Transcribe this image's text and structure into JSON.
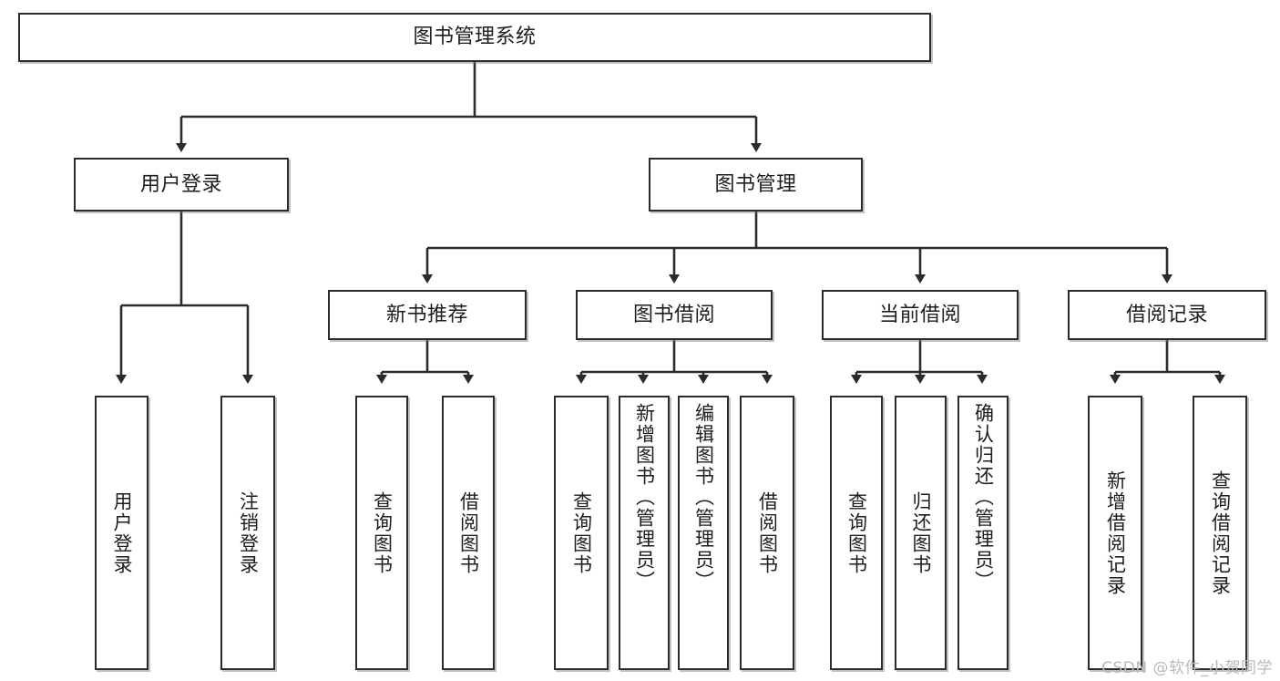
{
  "diagram": {
    "type": "tree-hierarchy-functional-decomposition",
    "title": "图书管理系统",
    "levels": [
      {
        "level": 1,
        "nodes": [
          {
            "id": "root",
            "label": "图书管理系统",
            "orientation": "horizontal"
          }
        ]
      },
      {
        "level": 2,
        "nodes": [
          {
            "id": "login",
            "label": "用户登录",
            "orientation": "horizontal",
            "parent": "root"
          },
          {
            "id": "bookmgmt",
            "label": "图书管理",
            "orientation": "horizontal",
            "parent": "root"
          }
        ]
      },
      {
        "level": 3,
        "nodes": [
          {
            "id": "newbook",
            "label": "新书推荐",
            "orientation": "horizontal",
            "parent": "bookmgmt"
          },
          {
            "id": "borrow",
            "label": "图书借阅",
            "orientation": "horizontal",
            "parent": "bookmgmt"
          },
          {
            "id": "current",
            "label": "当前借阅",
            "orientation": "horizontal",
            "parent": "bookmgmt"
          },
          {
            "id": "records",
            "label": "借阅记录",
            "orientation": "horizontal",
            "parent": "bookmgmt"
          }
        ]
      },
      {
        "level": 4,
        "nodes": [
          {
            "id": "leaf1",
            "label": "用户登录",
            "orientation": "vertical",
            "parent": "login"
          },
          {
            "id": "leaf2",
            "label": "注销登录",
            "orientation": "vertical",
            "parent": "login"
          },
          {
            "id": "leaf3",
            "label": "查询图书",
            "orientation": "vertical",
            "parent": "newbook"
          },
          {
            "id": "leaf4",
            "label": "借阅图书",
            "orientation": "vertical",
            "parent": "newbook"
          },
          {
            "id": "leaf5",
            "label": "查询图书",
            "orientation": "vertical",
            "parent": "borrow"
          },
          {
            "id": "leaf6",
            "label": "新增图书（管理员）",
            "orientation": "vertical",
            "parent": "borrow"
          },
          {
            "id": "leaf7",
            "label": "编辑图书（管理员）",
            "orientation": "vertical",
            "parent": "borrow"
          },
          {
            "id": "leaf8",
            "label": "借阅图书",
            "orientation": "vertical",
            "parent": "borrow"
          },
          {
            "id": "leaf9",
            "label": "查询图书",
            "orientation": "vertical",
            "parent": "current"
          },
          {
            "id": "leaf10",
            "label": "归还图书",
            "orientation": "vertical",
            "parent": "current"
          },
          {
            "id": "leaf11",
            "label": "确认归还（管理员）",
            "orientation": "vertical",
            "parent": "current"
          },
          {
            "id": "leaf12",
            "label": "新增借阅记录",
            "orientation": "vertical",
            "parent": "records"
          },
          {
            "id": "leaf13",
            "label": "查询借阅记录",
            "orientation": "vertical",
            "parent": "records"
          }
        ]
      }
    ]
  },
  "watermark": {
    "text": "CSDN @软件_小贺同学"
  },
  "colors": {
    "stroke": "#2b2b2b",
    "fill": "#ffffff",
    "text": "#1d1d1d",
    "watermark": "#b9b9b9"
  }
}
